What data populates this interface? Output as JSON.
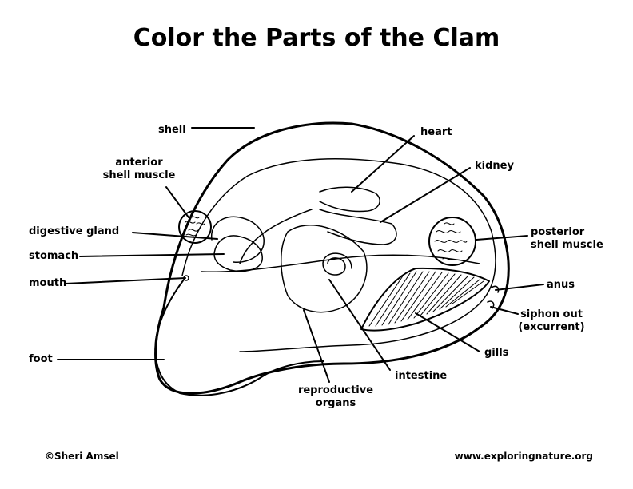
{
  "title": "Color the Parts of the Clam",
  "labels": {
    "shell": "shell",
    "anterior_shell_muscle": "anterior\nshell muscle",
    "digestive_gland": "digestive gland",
    "stomach": "stomach",
    "mouth": "mouth",
    "foot": "foot",
    "heart": "heart",
    "kidney": "kidney",
    "posterior_shell_muscle": "posterior\nshell muscle",
    "anus": "anus",
    "siphon_out": "siphon out\n(excurrent)",
    "gills": "gills",
    "intestine": "intestine",
    "reproductive_organs": "reproductive\norgans"
  },
  "footer": {
    "copyright": "©Sheri Amsel",
    "website": "www.exploringnature.org"
  }
}
